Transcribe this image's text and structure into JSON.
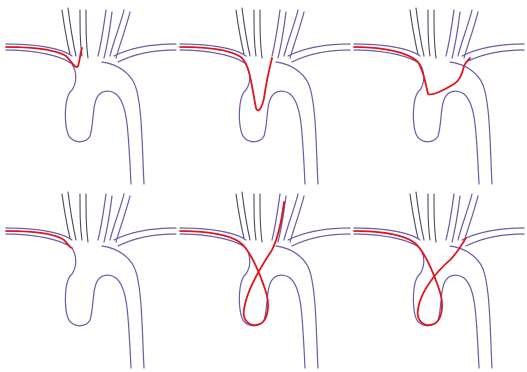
{
  "figure": {
    "rows": 2,
    "columns": 3,
    "colors": {
      "vessel_outline": "#6a5aa8",
      "vessel_outline_dark": "#4a4a5e",
      "catheter": "#e0141c",
      "background": "#ffffff"
    },
    "panels": [
      {
        "row": 1,
        "col": 1,
        "catheter_shape": "short-hook-into-first-branch"
      },
      {
        "row": 1,
        "col": 2,
        "catheter_shape": "dip-into-ascending-arch"
      },
      {
        "row": 1,
        "col": 3,
        "catheter_shape": "v-loop-across-arch"
      },
      {
        "row": 2,
        "col": 1,
        "catheter_shape": "short-hook-along-top-wall"
      },
      {
        "row": 2,
        "col": 2,
        "catheter_shape": "full-loop-into-far-branch"
      },
      {
        "row": 2,
        "col": 3,
        "catheter_shape": "full-loop-into-far-branch-alt"
      }
    ]
  }
}
